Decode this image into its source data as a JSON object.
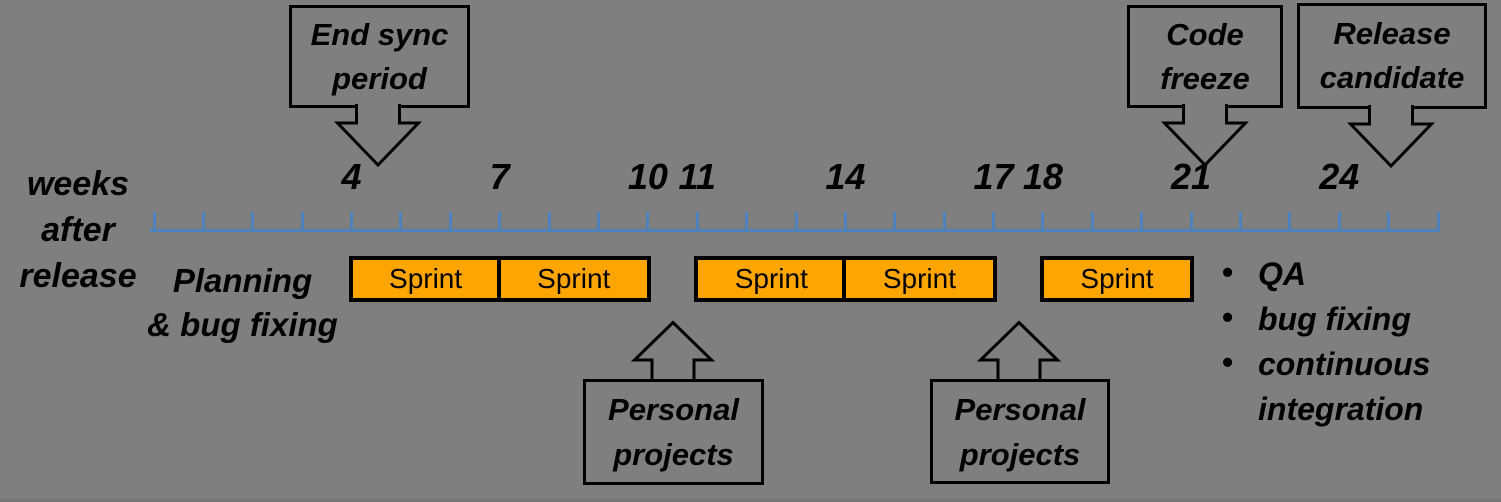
{
  "colors": {
    "background": "#7f7f7f",
    "timeline_blue": "#4f81bd",
    "sprint_orange": "#ffa500",
    "outline_black": "#000000"
  },
  "axis": {
    "side_label_lines": [
      "weeks",
      "after",
      "release"
    ],
    "week_min": 0,
    "week_max": 26,
    "labeled_weeks": [
      4,
      7,
      10,
      11,
      14,
      17,
      18,
      21,
      24
    ]
  },
  "callouts": [
    {
      "name": "end-sync",
      "lines": [
        "End sync",
        "period"
      ],
      "points_to_week": 4.5
    },
    {
      "name": "code-freeze",
      "lines": [
        "Code",
        "freeze"
      ],
      "points_to_week": 21
    },
    {
      "name": "release-candidate",
      "lines": [
        "Release",
        "candidate"
      ],
      "points_to_week": 25
    }
  ],
  "planning_label": {
    "lines": [
      "Planning",
      "& bug fixing"
    ]
  },
  "sprints": {
    "label": "Sprint",
    "week_spans": [
      [
        4,
        7
      ],
      [
        7,
        10
      ],
      [
        11,
        14
      ],
      [
        14,
        17
      ],
      [
        18,
        21
      ]
    ]
  },
  "personal_projects": [
    {
      "lines": [
        "Personal",
        "projects"
      ],
      "points_to_week": 10.5
    },
    {
      "lines": [
        "Personal",
        "projects"
      ],
      "points_to_week": 17.5
    }
  ],
  "qa_bullets": [
    "QA",
    "bug fixing",
    "continuous integration"
  ]
}
